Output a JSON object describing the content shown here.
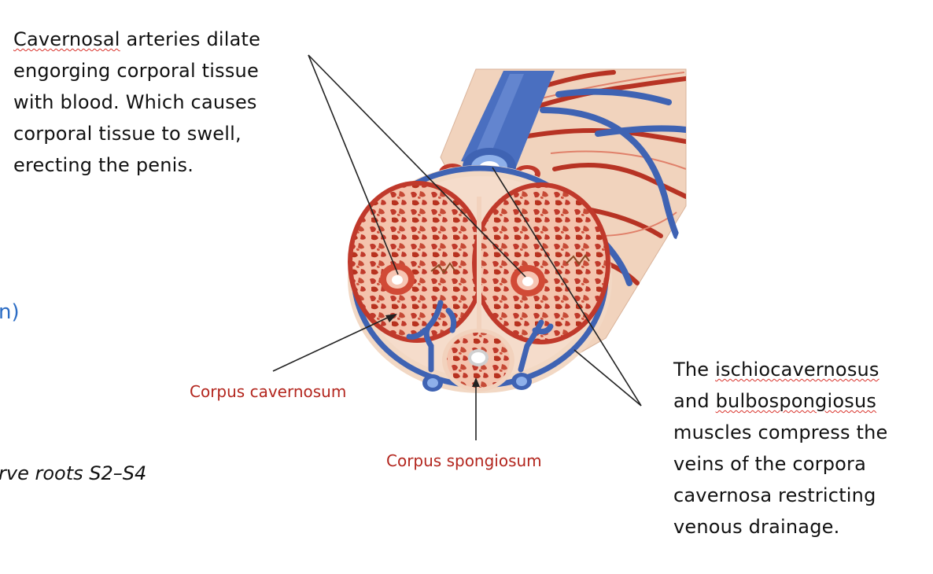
{
  "annotations": {
    "top_left": {
      "lines": [
        {
          "pre": "",
          "wavy": "Cavernosal",
          "post": " arteries dilate"
        },
        {
          "pre": "engorging corporal tissue",
          "wavy": "",
          "post": ""
        },
        {
          "pre": "with blood. Which causes",
          "wavy": "",
          "post": ""
        },
        {
          "pre": "corporal tissue to swell,",
          "wavy": "",
          "post": ""
        },
        {
          "pre": "erecting the penis.",
          "wavy": "",
          "post": ""
        }
      ]
    },
    "bottom_right": {
      "lines": [
        {
          "pre": "The ",
          "wavy": "ischiocavernosus",
          "post": ""
        },
        {
          "pre": "and ",
          "wavy": "bulbospongiosus",
          "post": ""
        },
        {
          "pre": "muscles compress the",
          "wavy": "",
          "post": ""
        },
        {
          "pre": "veins of the corpora",
          "wavy": "",
          "post": ""
        },
        {
          "pre": "cavernosa restricting",
          "wavy": "",
          "post": ""
        },
        {
          "pre": "venous drainage.",
          "wavy": "",
          "post": ""
        }
      ]
    }
  },
  "labels": {
    "corpus_cavernosum": "Corpus cavernosum",
    "corpus_spongiosum": "Corpus spongiosum"
  },
  "fragments": {
    "left_blue": "n)",
    "left_italic": "rve roots S2–S4"
  },
  "colors": {
    "label_red": "#b3261e",
    "spell_squiggle": "#d9322b",
    "fragment_blue": "#2b6cc4",
    "vein_blue": "#3f63b3",
    "artery_red": "#c0392b",
    "tissue_pink": "#f3b9a2",
    "skin_beige": "#f3d8c3"
  }
}
